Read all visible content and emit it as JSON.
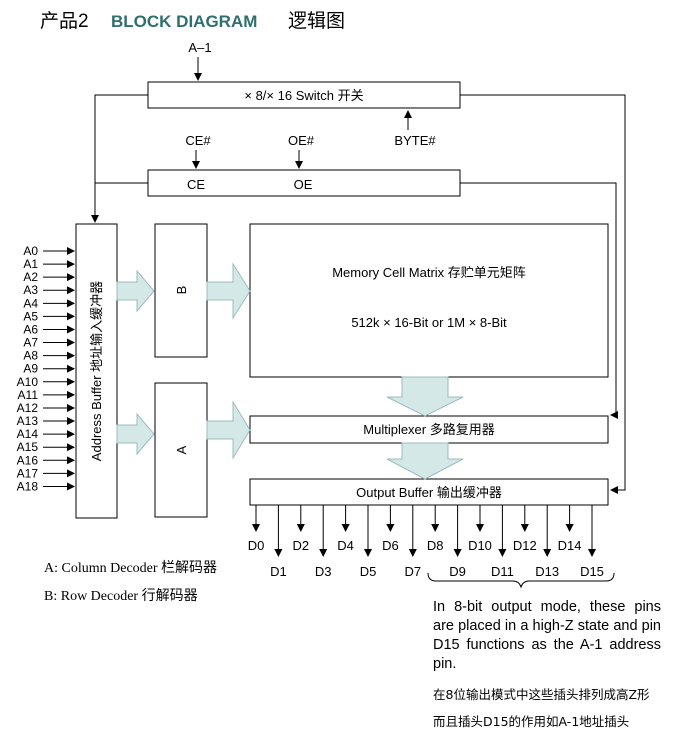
{
  "title": {
    "prefix": "产品2",
    "english": "BLOCK DIAGRAM",
    "chinese": "逻辑图"
  },
  "signals": {
    "a_minus_1": "A–1",
    "ce_in": "CE#",
    "oe_in": "OE#",
    "byte_in": "BYTE#"
  },
  "blocks": {
    "switch": "× 8/× 16 Switch  开关",
    "ce": "CE",
    "oe": "OE",
    "address_buffer": "Address Buffer 地址输入缓冲器",
    "decoder_b": "B",
    "decoder_a": "A",
    "memory_title": "Memory Cell Matrix  存贮单元矩阵",
    "memory_size": "512k × 16-Bit  or  1M × 8-Bit",
    "multiplexer": "Multiplexer  多路复用器",
    "output_buffer": "Output Buffer  输出缓冲器"
  },
  "address_pins": [
    "A0",
    "A1",
    "A2",
    "A3",
    "A4",
    "A5",
    "A6",
    "A7",
    "A8",
    "A9",
    "A10",
    "A11",
    "A12",
    "A13",
    "A14",
    "A15",
    "A16",
    "A17",
    "A18"
  ],
  "data_pins": [
    "D0",
    "D1",
    "D2",
    "D3",
    "D4",
    "D5",
    "D6",
    "D7",
    "D8",
    "D9",
    "D10",
    "D11",
    "D12",
    "D13",
    "D14",
    "D15"
  ],
  "legend": {
    "column_decoder": "A: Column Decoder  栏解码器",
    "row_decoder": "B: Row Decoder  行解码器"
  },
  "note": {
    "english": "In 8-bit output mode, these pins are placed in a high-Z state and pin D15 functions as the A-1 address pin.",
    "chinese_line1": "在8位输出模式中这些插头排列成高Z形",
    "chinese_line2": "而且插头D15的作用如A-1地址插头"
  },
  "colors": {
    "title_accent": "#2f6f6f",
    "arrow_fill": "#d4e8e8",
    "arrow_stroke": "#9cbcbc"
  }
}
